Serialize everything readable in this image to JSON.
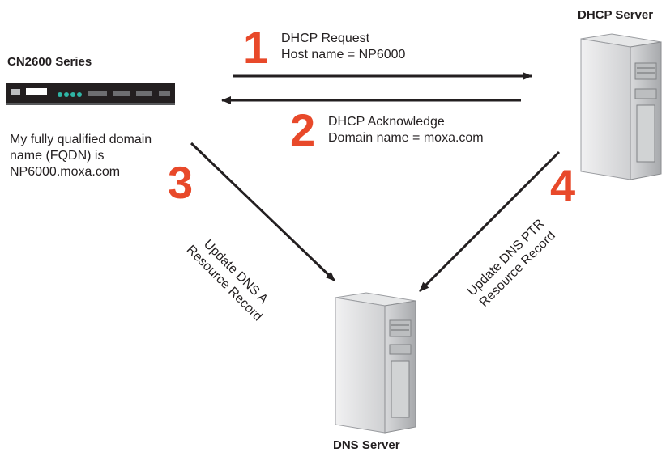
{
  "device": {
    "title": "CN2600 Series"
  },
  "dhcp_server": {
    "title": "DHCP Server"
  },
  "dns_server": {
    "title": "DNS Server"
  },
  "fqdn_note": [
    "My fully qualified domain",
    "name (FQDN) is",
    "NP6000.moxa.com"
  ],
  "steps": [
    {
      "number": "1",
      "lines": [
        "DHCP Request",
        "Host name = NP6000"
      ]
    },
    {
      "number": "2",
      "lines": [
        "DHCP Acknowledge",
        "Domain name = moxa.com"
      ]
    },
    {
      "number": "3",
      "lines": [
        "Update DNS A",
        "Resource Record"
      ]
    },
    {
      "number": "4",
      "lines": [
        "Update DNS PTR",
        "Resource Record"
      ]
    }
  ],
  "colors": {
    "step_number": "#e8492a",
    "arrow": "#231f20",
    "device_body": "#231f20"
  }
}
